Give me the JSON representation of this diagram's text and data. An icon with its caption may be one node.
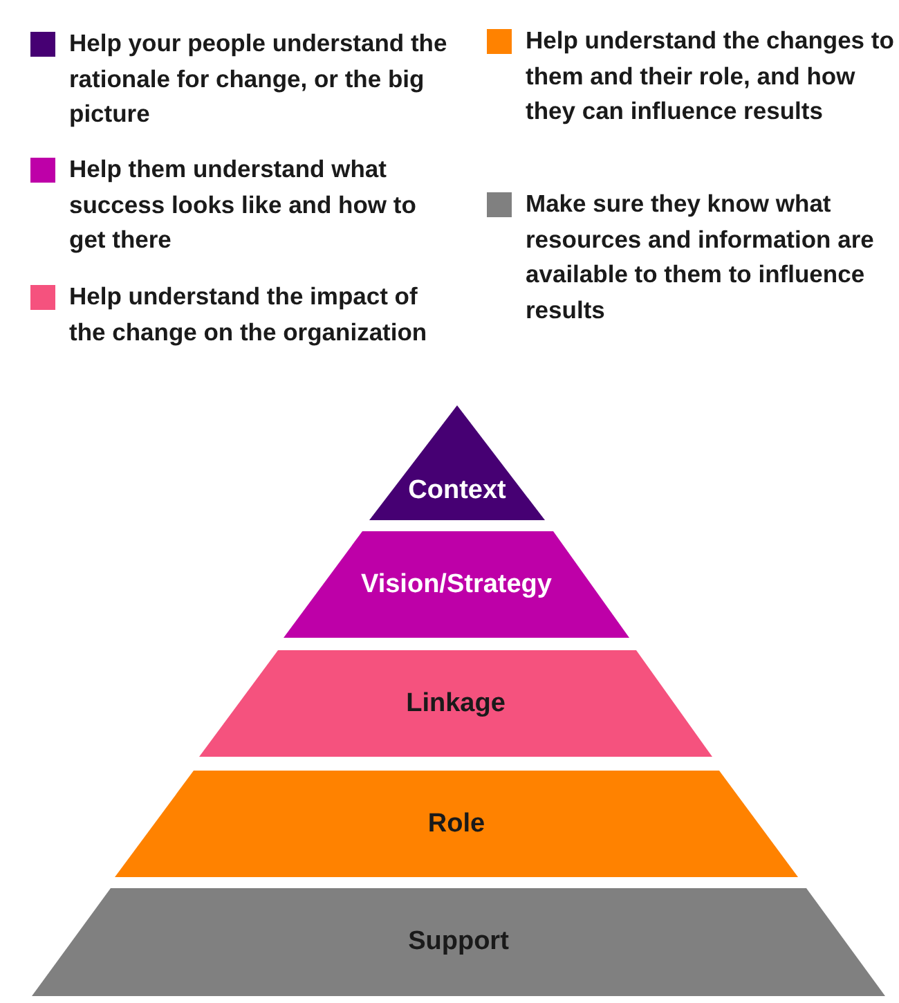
{
  "diagram": {
    "nodes": [
      {
        "text": [
          "Context"
        ]
      },
      {
        "text": [
          "Vision/Strategy"
        ]
      },
      {
        "text": [
          "Linkage"
        ]
      },
      {
        "text": [
          "Role"
        ]
      },
      {
        "text": [
          "Support"
        ]
      }
    ],
    "legend": [
      {
        "text": "Help your people understand the rationale for change, or the big picture",
        "color": "#460073"
      },
      {
        "text": "Help them understand what success looks like and how to get there",
        "color": "#be00a8"
      },
      {
        "text": "Help understand the impact of the change on the organization",
        "color": "#f5527e"
      },
      {
        "text": "Help understand the changes to them and their role, and how they can influence results",
        "color": "#ff8200"
      },
      {
        "text": "Make sure they know what resources and information are available to them to influence results",
        "color": "#808080"
      }
    ]
  }
}
